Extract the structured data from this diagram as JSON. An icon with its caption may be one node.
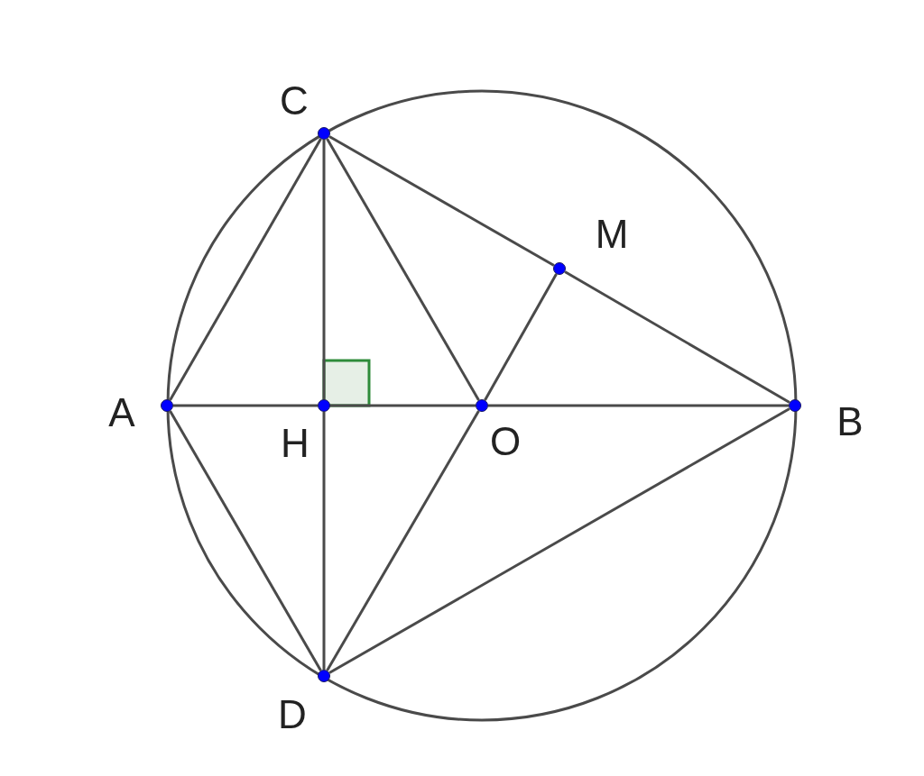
{
  "diagram": {
    "nodes": [
      {
        "text": [],
        "shape": "circle"
      },
      {
        "text": [],
        "shape": "circle",
        "beside": [
          "C"
        ],
        "in": 0
      },
      {
        "text": [],
        "shape": "circle",
        "beside": [
          "M"
        ],
        "in": 0
      },
      {
        "text": [],
        "shape": "circle",
        "beside": [
          "A"
        ],
        "in": 0
      },
      {
        "text": [],
        "shape": "circle",
        "beside": [
          "H"
        ],
        "in": 0
      },
      {
        "text": [],
        "shape": "circle",
        "beside": [
          "O"
        ],
        "in": 0
      },
      {
        "text": [],
        "shape": "circle",
        "beside": [
          "B"
        ],
        "in": 0
      },
      {
        "text": [],
        "shape": "circle",
        "beside": [
          "D"
        ],
        "in": 0
      }
    ],
    "edges": [
      {
        "from": 1,
        "to": 3,
        "arrow": "none"
      },
      {
        "from": 1,
        "to": 4,
        "arrow": "none"
      },
      {
        "from": 1,
        "to": 5,
        "arrow": "none"
      },
      {
        "from": 1,
        "to": 2,
        "arrow": "none"
      },
      {
        "from": 2,
        "to": 6,
        "arrow": "none"
      },
      {
        "from": 5,
        "to": 2,
        "arrow": "none"
      },
      {
        "from": 3,
        "to": 4,
        "arrow": "none"
      },
      {
        "from": 4,
        "to": 5,
        "arrow": "none"
      },
      {
        "from": 5,
        "to": 6,
        "arrow": "none"
      },
      {
        "from": 3,
        "to": 7,
        "arrow": "none"
      },
      {
        "from": 4,
        "to": 7,
        "arrow": "none"
      },
      {
        "from": 7,
        "to": 5,
        "arrow": "none"
      },
      {
        "from": 7,
        "to": 6,
        "arrow": "none"
      }
    ]
  }
}
